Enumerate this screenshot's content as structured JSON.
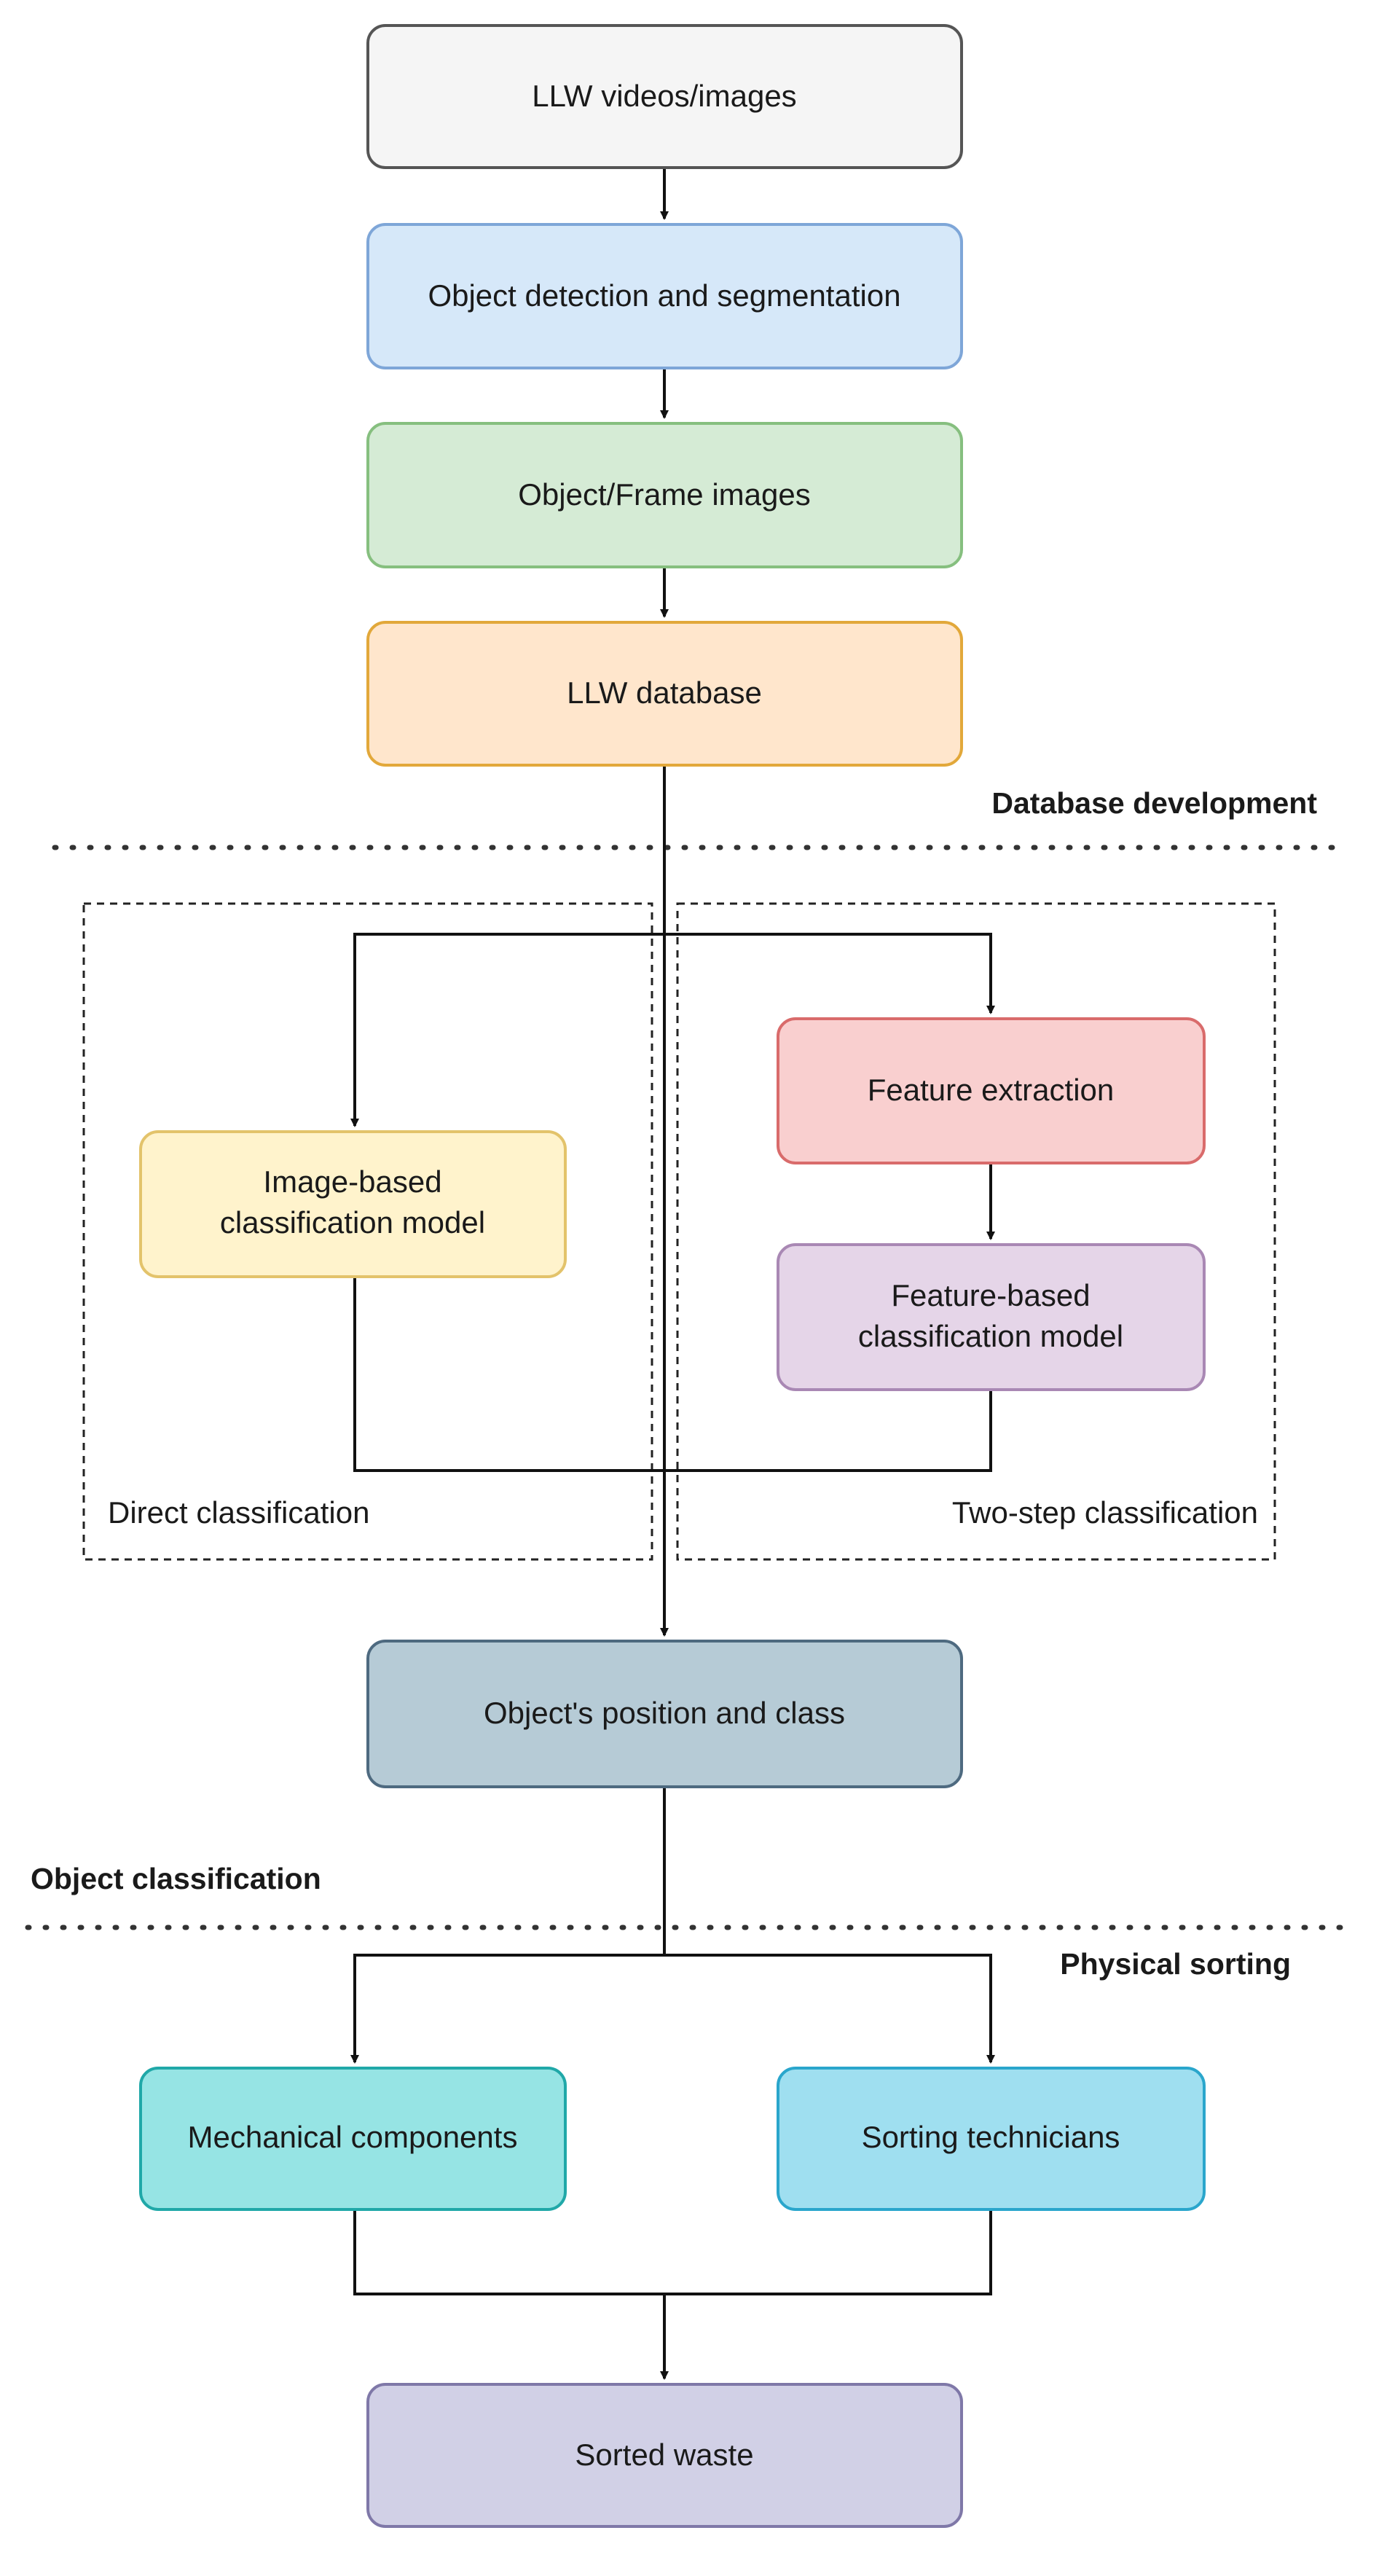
{
  "nodes": {
    "llw_input": {
      "label": "LLW videos/images",
      "fill": "#f5f5f5",
      "stroke": "#555555"
    },
    "detection": {
      "label": "Object detection and segmentation",
      "fill": "#d6e8f9",
      "stroke": "#7ea6d8"
    },
    "frame_images": {
      "label": "Object/Frame images",
      "fill": "#d5ebd5",
      "stroke": "#86bf7f"
    },
    "database": {
      "label": "LLW database",
      "fill": "#ffe6cc",
      "stroke": "#e2a83a"
    },
    "image_model": {
      "lines": [
        "Image-based",
        "classification model"
      ],
      "fill": "#fff3cc",
      "stroke": "#e3c36b"
    },
    "feature_extraction": {
      "label": "Feature extraction",
      "fill": "#f9cfcf",
      "stroke": "#d96b6b"
    },
    "feature_model": {
      "lines": [
        "Feature-",
        "based",
        "classification model"
      ],
      "fill": "#e5d5e8",
      "stroke": "#a988b4"
    },
    "position_class": {
      "label": "Object's position and class",
      "fill": "#b6cbd6",
      "stroke": "#4e6a80"
    },
    "mechanical": {
      "label": "Mechanical components",
      "fill": "#96e4e4",
      "stroke": "#20a8a8"
    },
    "technicians": {
      "label": "Sorting technicians",
      "fill": "#9fdff0",
      "stroke": "#2aa6cc"
    },
    "sorted": {
      "label": "Sorted waste",
      "fill": "#d1d0e6",
      "stroke": "#7f78a8"
    }
  },
  "groups": {
    "direct": {
      "label": "Direct classification"
    },
    "two_step": {
      "label": "Two-step classification"
    }
  },
  "sections": {
    "database_development": "Database development",
    "object_classification": "Object classification",
    "physical_sorting": "Physical sorting"
  }
}
